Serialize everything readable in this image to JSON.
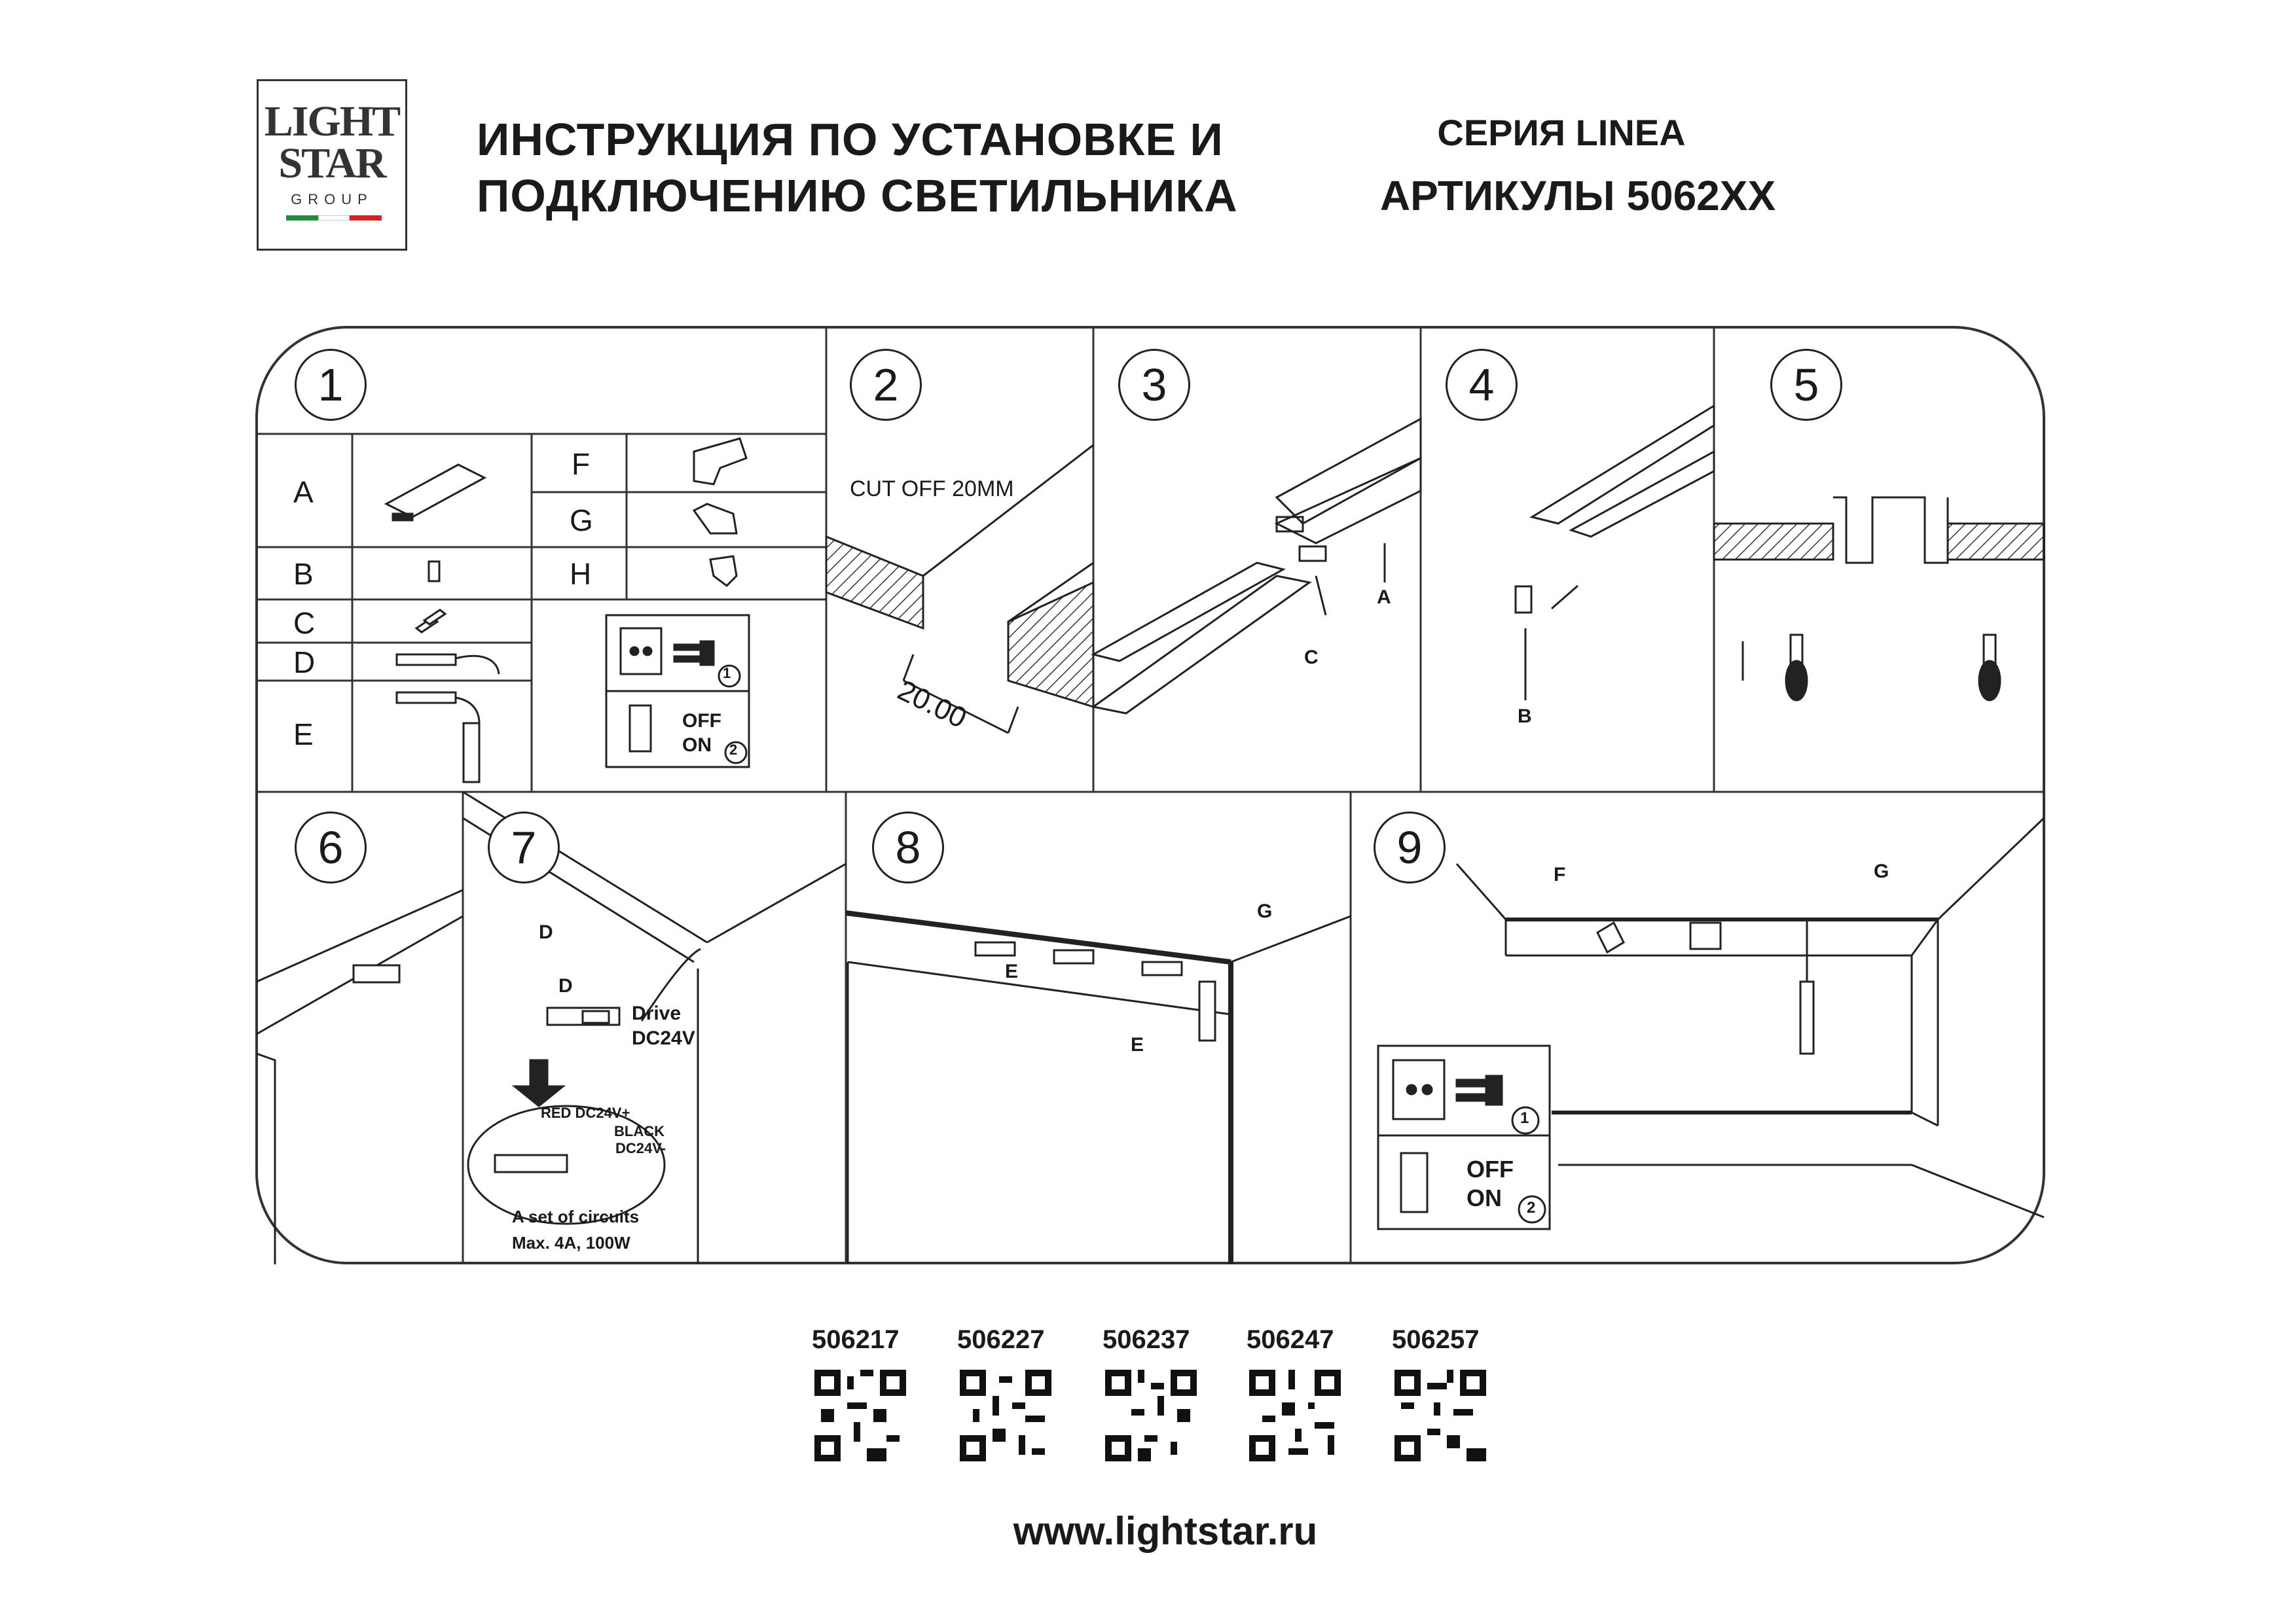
{
  "logo": {
    "line1": "LIGHT",
    "line2": "STAR",
    "line3": "GROUP",
    "flag_colors": [
      "#1e8c3a",
      "#ffffff",
      "#d2232a"
    ]
  },
  "header": {
    "title_line1": "ИНСТРУКЦИЯ ПО УСТАНОВКЕ И",
    "title_line2": "ПОДКЛЮЧЕНИЮ СВЕТИЛЬНИКА",
    "series": "СЕРИЯ LINEA",
    "articles": "АРТИКУЛЫ 5062XX"
  },
  "steps": [
    "1",
    "2",
    "3",
    "4",
    "5",
    "6",
    "7",
    "8",
    "9"
  ],
  "parts": {
    "left": [
      "A",
      "B",
      "C",
      "D",
      "E"
    ],
    "right": [
      "F",
      "G",
      "H"
    ]
  },
  "power": {
    "off": "OFF",
    "on": "ON",
    "step1": "1",
    "step2": "2"
  },
  "step2": {
    "cut_text": "CUT OFF 20MM",
    "dimension": "20.00"
  },
  "step3": {
    "label_a": "A",
    "label_c": "C"
  },
  "step4": {
    "label_b": "B"
  },
  "step7": {
    "label_d1": "D",
    "label_d2": "D",
    "drive": "Drive",
    "drive_voltage": "DC24V",
    "red": "RED DC24V+",
    "black": "BLACK",
    "black_voltage": "DC24V-",
    "circuits": "A set of circuits",
    "max": "Max. 4A, 100W"
  },
  "step8": {
    "label_e1": "E",
    "label_e2": "E",
    "label_g": "G"
  },
  "step9": {
    "label_f": "F",
    "label_g": "G"
  },
  "codes": [
    "506217",
    "506227",
    "506237",
    "506247",
    "506257"
  ],
  "website": "www.lightstar.ru"
}
